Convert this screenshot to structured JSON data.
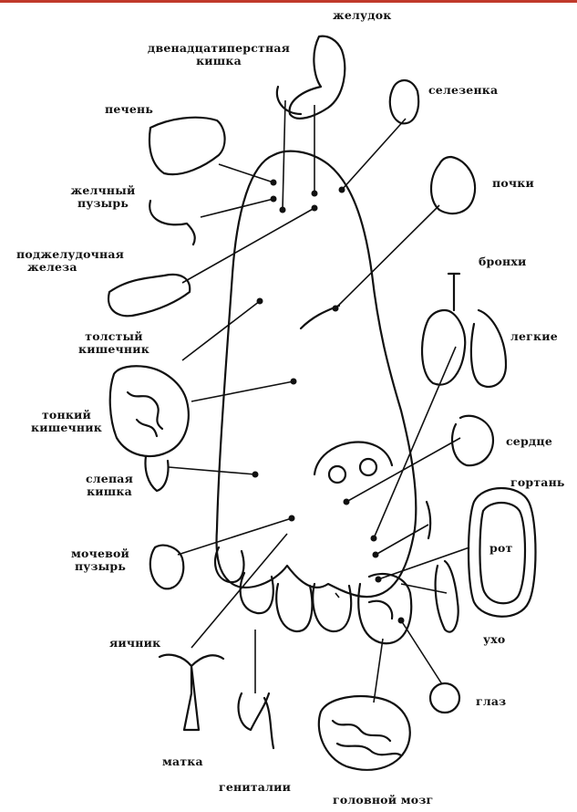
{
  "labels": {
    "stomach": "желудок",
    "duodenum_1": "двенадцатиперстная",
    "duodenum_2": "кишка",
    "liver": "печень",
    "spleen": "селезенка",
    "gallbladder_1": "желчный",
    "gallbladder_2": "пузырь",
    "kidneys": "почки",
    "pancreas_1": "поджелудочная",
    "pancreas_2": "железа",
    "bronchi": "бронхи",
    "large_int_1": "толстый",
    "large_int_2": "кишечник",
    "lungs": "легкие",
    "small_int_1": "тонкий",
    "small_int_2": "кишечник",
    "heart": "сердце",
    "cecum_1": "слепая",
    "cecum_2": "кишка",
    "larynx": "гортань",
    "mouth": "рот",
    "bladder_1": "мочевой",
    "bladder_2": "пузырь",
    "ovary": "яичник",
    "ear": "ухо",
    "eye": "глаз",
    "uterus": "матка",
    "genitals": "гениталии",
    "brain": "головной мозг"
  }
}
